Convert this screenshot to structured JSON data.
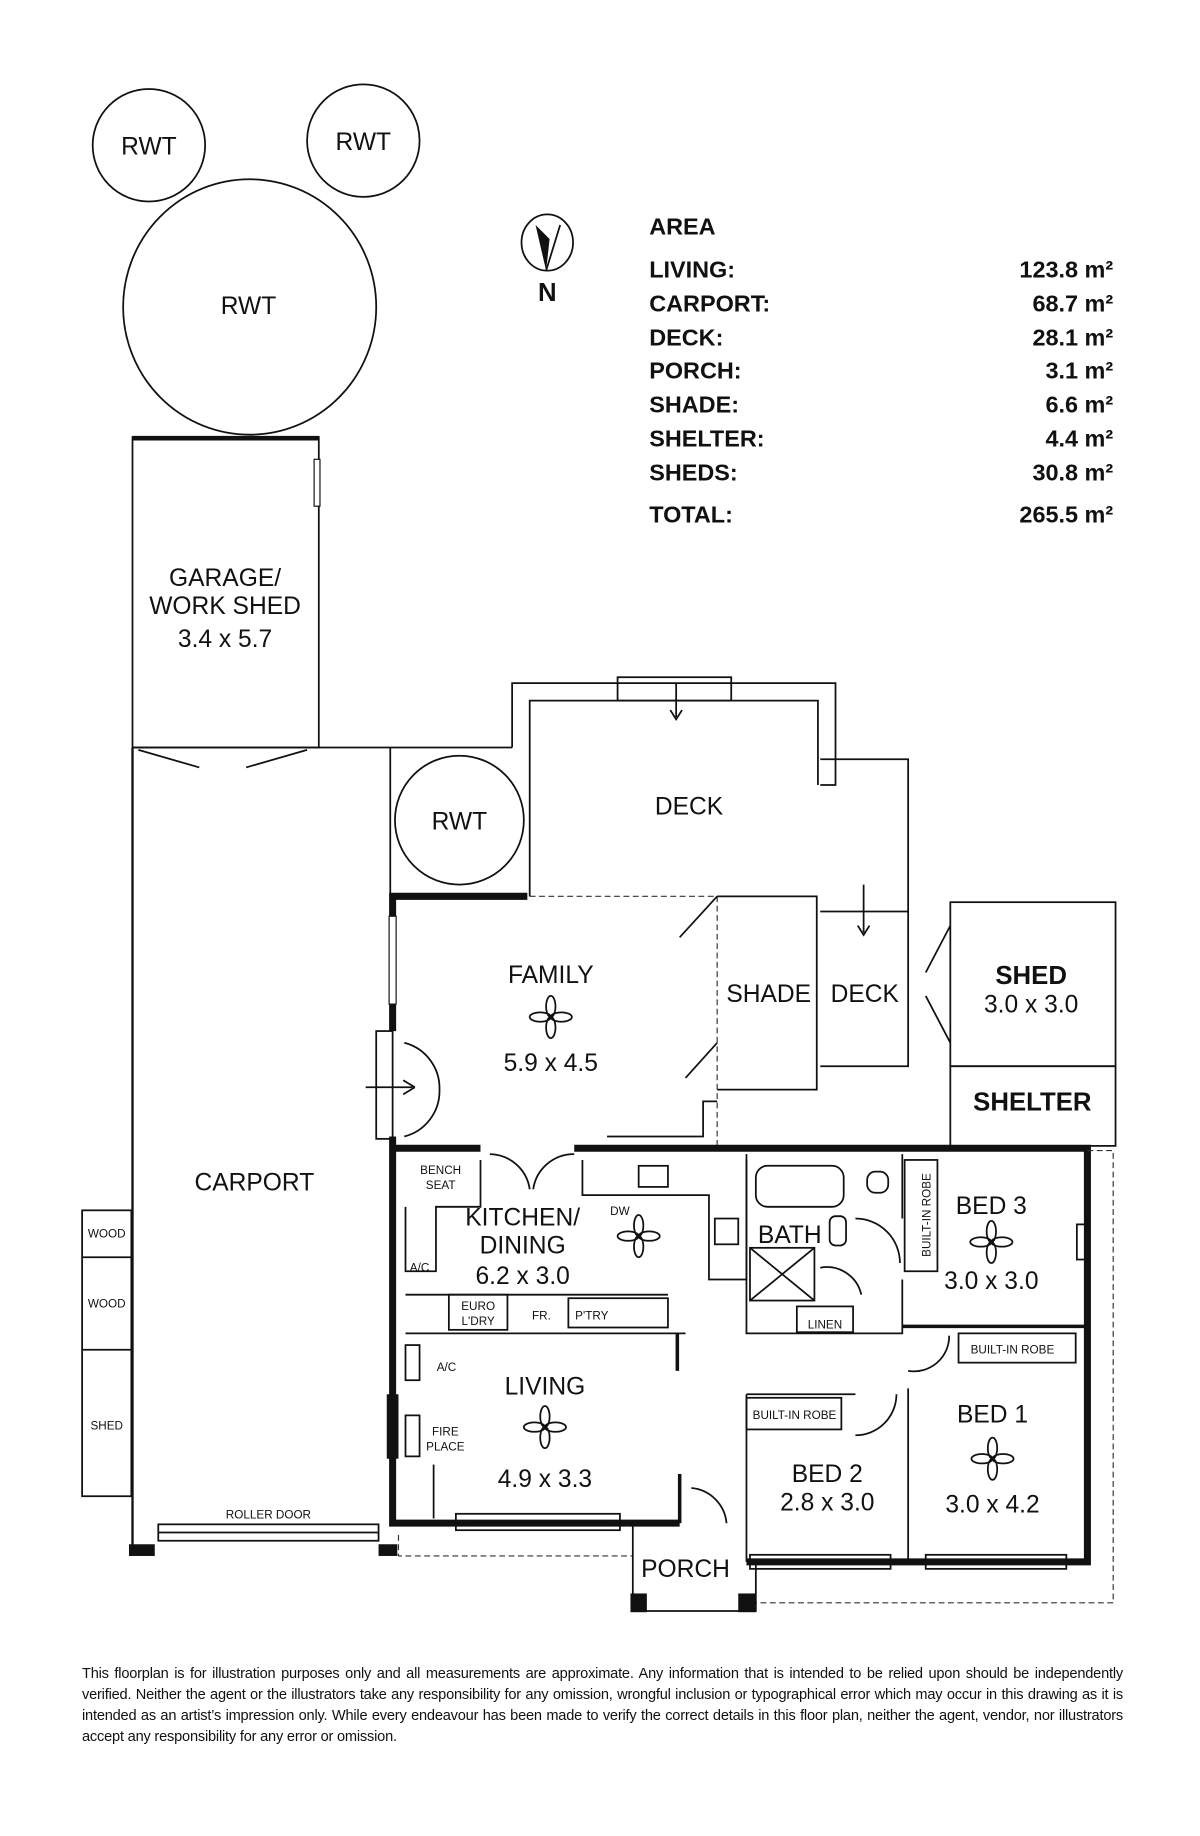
{
  "tanks": {
    "rwt_1": "RWT",
    "rwt_2": "RWT",
    "rwt_3": "RWT",
    "rwt_4": "RWT"
  },
  "compass": {
    "north": "N"
  },
  "area": {
    "title": "AREA",
    "rows": [
      {
        "label": "LIVING:",
        "value": "123.8 m²"
      },
      {
        "label": "CARPORT:",
        "value": "68.7 m²"
      },
      {
        "label": "DECK:",
        "value": "28.1 m²"
      },
      {
        "label": "PORCH:",
        "value": "3.1 m²"
      },
      {
        "label": "SHADE:",
        "value": "6.6 m²"
      },
      {
        "label": "SHELTER:",
        "value": "4.4 m²"
      },
      {
        "label": "SHEDS:",
        "value": "30.8 m²"
      }
    ],
    "total": {
      "label": "TOTAL:",
      "value": "265.5 m²"
    }
  },
  "rooms": {
    "garage": {
      "line1": "GARAGE/",
      "line2": "WORK SHED",
      "size": "3.4 x 5.7"
    },
    "carport": {
      "name": "CARPORT",
      "roller_door": "ROLLER DOOR"
    },
    "wood_1": "WOOD",
    "wood_2": "WOOD",
    "small_shed": "SHED",
    "deck_top": "DECK",
    "deck_side": "DECK",
    "shade": "SHADE",
    "shed": {
      "name": "SHED",
      "size": "3.0 x 3.0"
    },
    "shelter": "SHELTER",
    "family": {
      "name": "FAMILY",
      "size": "5.9 x 4.5"
    },
    "kitchen": {
      "line1": "KITCHEN/",
      "line2": "DINING",
      "size": "6.2 x 3.0",
      "bench_1": "BENCH",
      "bench_2": "SEAT",
      "dw": "DW",
      "ac": "A/C",
      "euro_1": "EURO",
      "euro_2": "L'DRY",
      "fr": "FR.",
      "pantry": "P'TRY"
    },
    "living": {
      "name": "LIVING",
      "size": "4.9 x 3.3",
      "ac": "A/C",
      "fire_1": "FIRE",
      "fire_2": "PLACE"
    },
    "bath": "BATH",
    "linen": "LINEN",
    "bed3": {
      "name": "BED 3",
      "size": "3.0 x 3.0",
      "robe": "BUILT-IN ROBE"
    },
    "bed1": {
      "name": "BED 1",
      "size": "3.0 x 4.2",
      "robe": "BUILT-IN ROBE"
    },
    "bed2": {
      "name": "BED 2",
      "size": "2.8 x 3.0",
      "robe": "BUILT-IN ROBE"
    },
    "porch": "PORCH"
  },
  "disclaimer": "This floorplan is for illustration purposes only and all measurements are approximate. Any information that is intended to be relied upon should be independently verified. Neither the agent or the illustrators take any responsibility for any omission, wrongful inclusion or typographical error which may occur in this drawing as it is intended as an artist’s impression only. While every endeavour has been made to verify the correct details in this floor plan, neither the agent, vendor, nor illustrators accept any responsibility for any error or omission."
}
